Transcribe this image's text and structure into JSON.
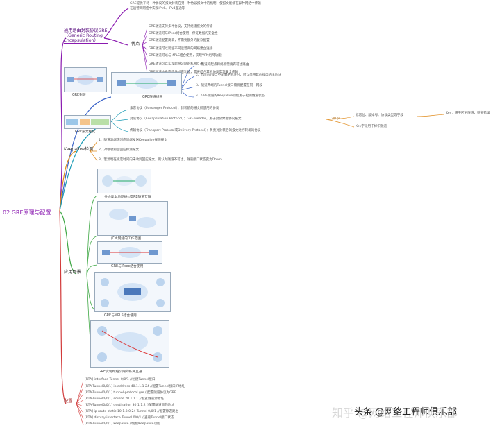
{
  "root": "02 GRE原理与配置",
  "colors": {
    "purple": "#8a1ab0",
    "blue": "#3a63c8",
    "teal": "#1a9bb5",
    "orange": "#e08a1a",
    "green": "#3fa845",
    "red": "#d23a3a"
  },
  "branch_gre": {
    "label": "通用路由封装协议GRE（Generic Routing Encapsulation）",
    "intro": [
      "GRE提供了将一种协议的报文封装在另一种协议报文中的机制，使报文能够在异种网络中传输",
      "在运营商网络中实现IPv6、IPv4互通等"
    ],
    "features_label": "优点",
    "features": [
      "GRE隧道支持多种协议，支持组播报文的传输",
      "GRE隧道可与IPsec结合使用，保证数据的安全性",
      "GRE隧道配置简单，不需要额外的复杂配置",
      "GRE隧道可以跨越不同运营商的网络建立连接",
      "GRE隧道可以与MPLS结合使用，实现VPN组网功能",
      "GRE隧道可以实现跨越公网的私网互通",
      "GRE隧道本身不提供加密功能，需要结合其他协议实现安全传输"
    ]
  },
  "branch_scene": {
    "caption1": "GRE隧道组网",
    "caption2": "GRE封装",
    "items": [
      "1、隧道的起点和终点需要有可达路由",
      "2、Tunnel接口不配置IP地址时，可以借用其他接口的IP地址",
      "3、隧道两端的Tunnel接口需要配置在同一网段",
      "4、GRE隧道的Keepalive功能用于检测隧道状态"
    ]
  },
  "branch_encap": {
    "caption": "GRE报文格式",
    "passenger": "乘客协议（Passenger Protocol）：封装前的报文所使用的协议",
    "encapsulation": "封装协议（Encapsulation Protocol）：GRE Header，用于封装乘客协议报文",
    "transport": "传输协议（Transport Protocol或Delivery Protocol）：负责对封装后的报文进行转发的协议",
    "note_label": "GRE头",
    "note1": "标志位、版本号、协议类型等字段",
    "note2": "Key字段用于标识隧道",
    "note_right": "Key：用于区分隧道，避免错误"
  },
  "branch_keepalive": {
    "label": "Keepalive检测",
    "items": [
      "1、隧道源端定时向对端发送Keepalive探测报文",
      "2、对端收到后回应探测报文",
      "3、若源端在规定时间内未收到回应报文，则认为隧道不可达，隧道接口状态变为Down"
    ]
  },
  "branch_app": {
    "label": "应用场景",
    "captions": [
      "多协议本地网通过GRE隧道互联",
      "扩大网络的工作范围",
      "GRE与IPsec结合使用",
      "GRE与MPLS结合使用",
      "GRE实现跨越公网的私网互通"
    ]
  },
  "branch_config": {
    "label": "配置",
    "commands": [
      "[RTA] interface Tunnel 0/0/1   //创建Tunnel接口",
      "[RTA-Tunnel0/0/1] ip address 40.1.1.1 24   //配置Tunnel接口IP地址",
      "[RTA-Tunnel0/0/1] tunnel-protocol gre   //配置隧道协议为GRE",
      "[RTA-Tunnel0/0/1] source 20.1.1.1   //配置隧道源地址",
      "[RTA-Tunnel0/0/1] destination 30.1.1.2   //配置隧道目的地址",
      "[RTA] ip route-static 10.1.3.0 24 Tunnel 0/0/1   //配置静态路由",
      "[RTA] display interface Tunnel 0/0/1   //查看Tunnel接口状态",
      "[RTA-Tunnel0/0/1] keepalive   //使能Keepalive功能"
    ]
  },
  "watermark": "知乎 @网络工程师俱乐部",
  "watermark_strong": "头条 @网络工程师俱乐部"
}
